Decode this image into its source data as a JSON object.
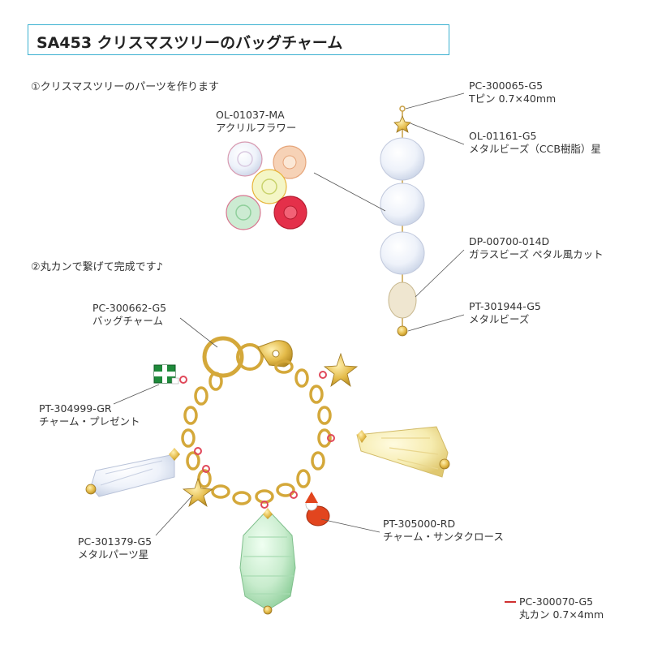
{
  "title": "SA453 クリスマスツリーのバッグチャーム",
  "steps": {
    "step1": "①クリスマスツリーのパーツを作ります",
    "step2": "②丸カンで繋げて完成です♪"
  },
  "parts": {
    "tpin": {
      "code": "PC-300065-G5",
      "desc": "Tピン 0.7×40mm"
    },
    "acryl_flower": {
      "code": "OL-01037-MA",
      "desc": "アクリルフラワー"
    },
    "metal_star_beads": {
      "code": "OL-01161-G5",
      "desc": "メタルビーズ（CCB樹脂）星"
    },
    "glass_beads": {
      "code": "DP-00700-014D",
      "desc": "ガラスビーズ ペタル風カット"
    },
    "metal_beads": {
      "code": "PT-301944-G5",
      "desc": "メタルビーズ"
    },
    "bag_charm": {
      "code": "PC-300662-G5",
      "desc": "バッグチャーム"
    },
    "present_charm": {
      "code": "PT-304999-GR",
      "desc": "チャーム・プレゼント"
    },
    "metal_star": {
      "code": "PC-301379-G5",
      "desc": "メタルパーツ星"
    },
    "santa_charm": {
      "code": "PT-305000-RD",
      "desc": "チャーム・サンタクロース"
    },
    "jump_ring": {
      "code": "PC-300070-G5",
      "desc": "丸カン 0.7×4mm"
    }
  },
  "colors": {
    "accent_border": "#3ab0d0",
    "gold": "#d4a83a",
    "jump_ring": "#d03030"
  }
}
